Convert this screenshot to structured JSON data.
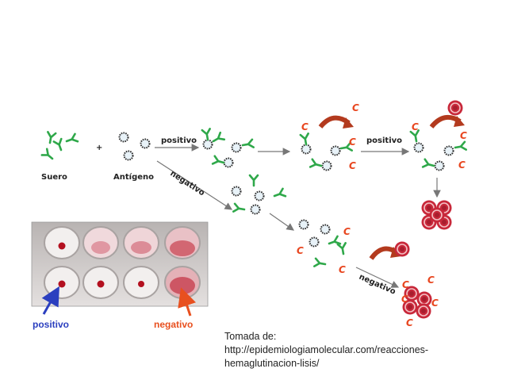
{
  "labels": {
    "suero": "Suero",
    "antigeno": "Antígeno",
    "plus": "+",
    "positivo_1": "positivo",
    "negativo_1": "negativo",
    "positivo_2": "positivo",
    "negativo_2": "negativo",
    "complement": "C"
  },
  "photo": {
    "positivo": "positivo",
    "negativo": "negativo"
  },
  "credit": {
    "line1": "Tomada de:",
    "line2": "http://epidemiologiamolecular.com/reacciones-",
    "line3": "hemaglutinacion-lisis/"
  },
  "colors": {
    "antibody": "#2fa84a",
    "antigen_fill": "#e8f2f8",
    "antigen_stroke": "#2b2b2b",
    "complement": "#e8461f",
    "rbc": "#c8283a",
    "curved_arrow": "#b33a1e",
    "positivo_arrow": "#2b3fbf",
    "negativo_arrow": "#e8501f",
    "photo_bg": "#d9d4d2"
  }
}
